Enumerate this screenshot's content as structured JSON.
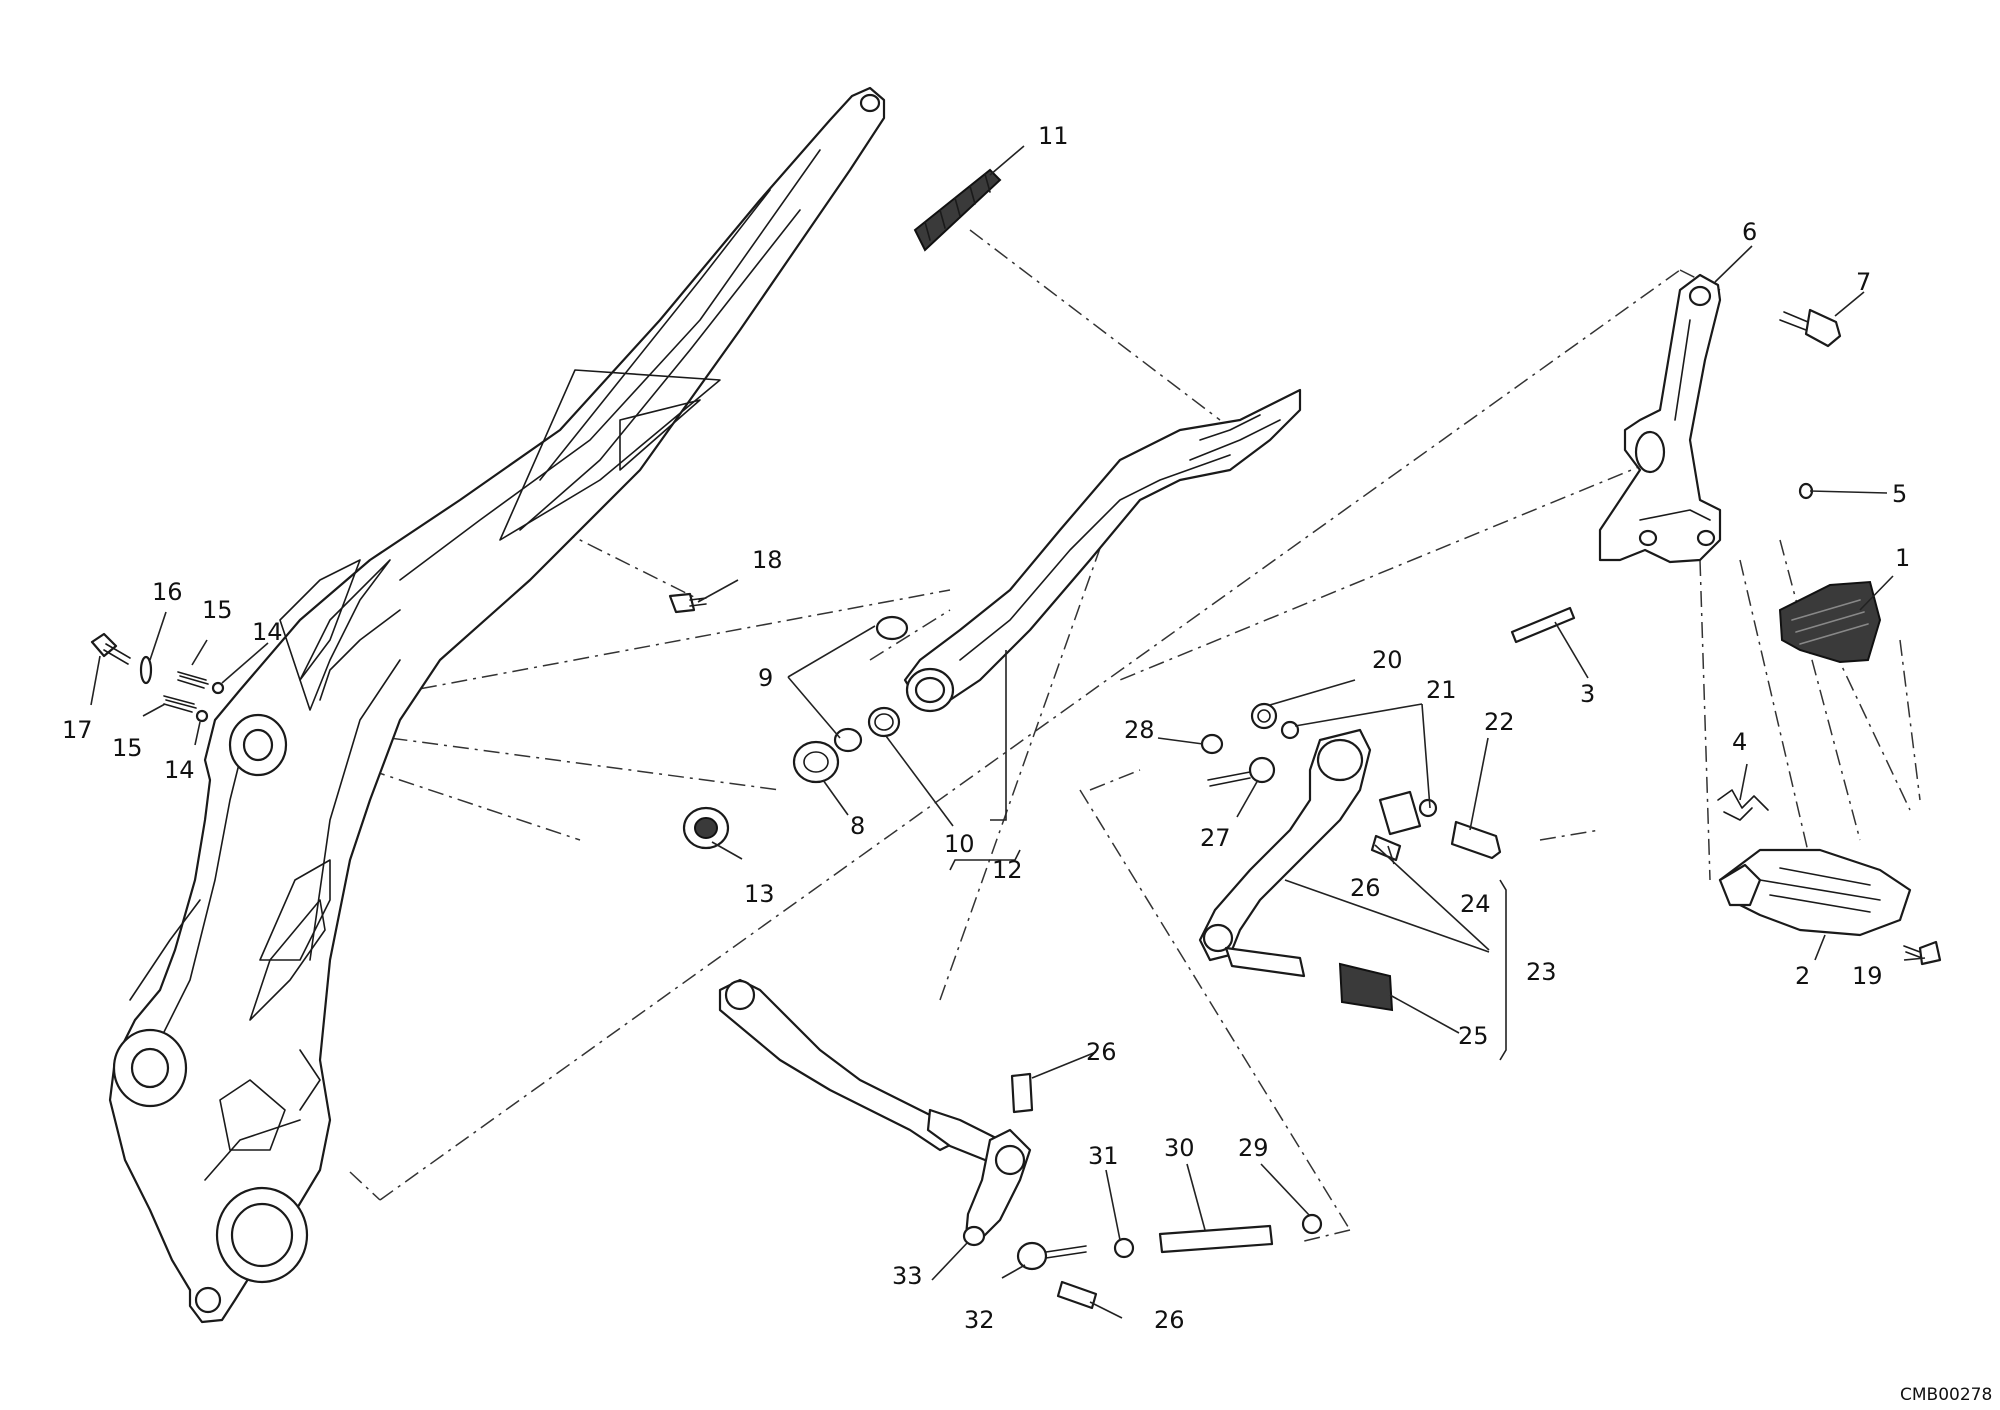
{
  "diagram": {
    "code": "CMB00278",
    "callouts": [
      "1",
      "2",
      "3",
      "4",
      "5",
      "6",
      "7",
      "8",
      "9",
      "10",
      "11",
      "12",
      "13",
      "14",
      "15",
      "16",
      "17",
      "18",
      "19",
      "20",
      "21",
      "22",
      "23",
      "24",
      "25",
      "26",
      "27",
      "28",
      "29",
      "30",
      "31",
      "32",
      "33"
    ]
  }
}
